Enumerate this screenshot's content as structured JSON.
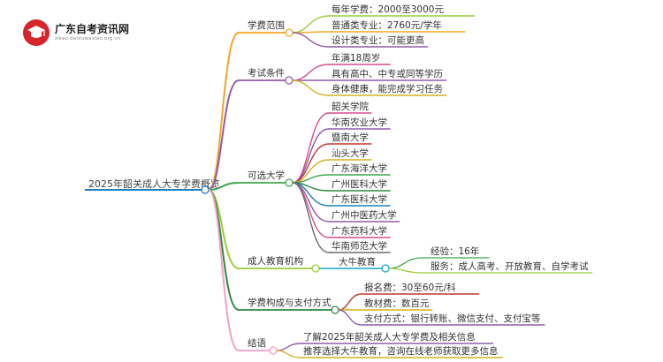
{
  "logo": {
    "title": "广东自考资讯网",
    "subtitle": "zikao.danluwaxiao.org.cn",
    "icon": "graduation-cap-icon",
    "color": "#d6252b"
  },
  "mindmap": {
    "root": "2025年韶关成人大专学费概览",
    "branches": [
      {
        "label": "学费范围",
        "color": "#f5a623",
        "children": [
          {
            "label": "每年学费：2000至3000元",
            "color": "#9ccc3c"
          },
          {
            "label": "普通类专业：2760元/学年",
            "color": "#f5a623"
          },
          {
            "label": "设计类专业：可能更高",
            "color": "#8e5ba8"
          }
        ]
      },
      {
        "label": "考试条件",
        "color": "#8e5ba8",
        "children": [
          {
            "label": "年满18周岁",
            "color": "#d64d8a"
          },
          {
            "label": "具有高中、中专或同等学历",
            "color": "#8e5ba8"
          },
          {
            "label": "身体健康，能完成学习任务",
            "color": "#d4b21f"
          }
        ]
      },
      {
        "label": "可选大学",
        "color": "#3fa64a",
        "children": [
          {
            "label": "韶关学院",
            "color": "#d64d8a"
          },
          {
            "label": "华南农业大学",
            "color": "#8e5ba8"
          },
          {
            "label": "暨南大学",
            "color": "#c0392b"
          },
          {
            "label": "汕头大学",
            "color": "#d4b21f"
          },
          {
            "label": "广东海洋大学",
            "color": "#3fa64a"
          },
          {
            "label": "广州医科大学",
            "color": "#2d8a3e"
          },
          {
            "label": "广东医科大学",
            "color": "#1d7fbf"
          },
          {
            "label": "广州中医药大学",
            "color": "#8e5ba8"
          },
          {
            "label": "广东药科大学",
            "color": "#d64d8a"
          },
          {
            "label": "华南师范大学",
            "color": "#6b6b6b"
          }
        ]
      },
      {
        "label": "成人教育机构",
        "color": "#9ccc3c",
        "children": [
          {
            "label": "大牛教育",
            "color": "#1aa6c8",
            "children": [
              {
                "label": "经验：16年",
                "color": "#3fa64a"
              },
              {
                "label": "服务：成人高考、开放教育、自学考试",
                "color": "#9ccc3c"
              }
            ]
          }
        ]
      },
      {
        "label": "学费构成与支付方式",
        "color": "#2d8a3e",
        "children": [
          {
            "label": "报名费：30至60元/科",
            "color": "#c0392b"
          },
          {
            "label": "教材费：数百元",
            "color": "#d4b21f"
          },
          {
            "label": "支付方式：银行转账、微信支付、支付宝等",
            "color": "#8e5ba8"
          }
        ]
      },
      {
        "label": "结语",
        "color": "#f29fc5",
        "children": [
          {
            "label": "了解2025年韶关成人大专学费及相关信息",
            "color": "#8e5ba8"
          },
          {
            "label": "推荐选择大牛教育，咨询在线老师获取更多信息",
            "color": "#d4b21f"
          }
        ]
      }
    ]
  }
}
